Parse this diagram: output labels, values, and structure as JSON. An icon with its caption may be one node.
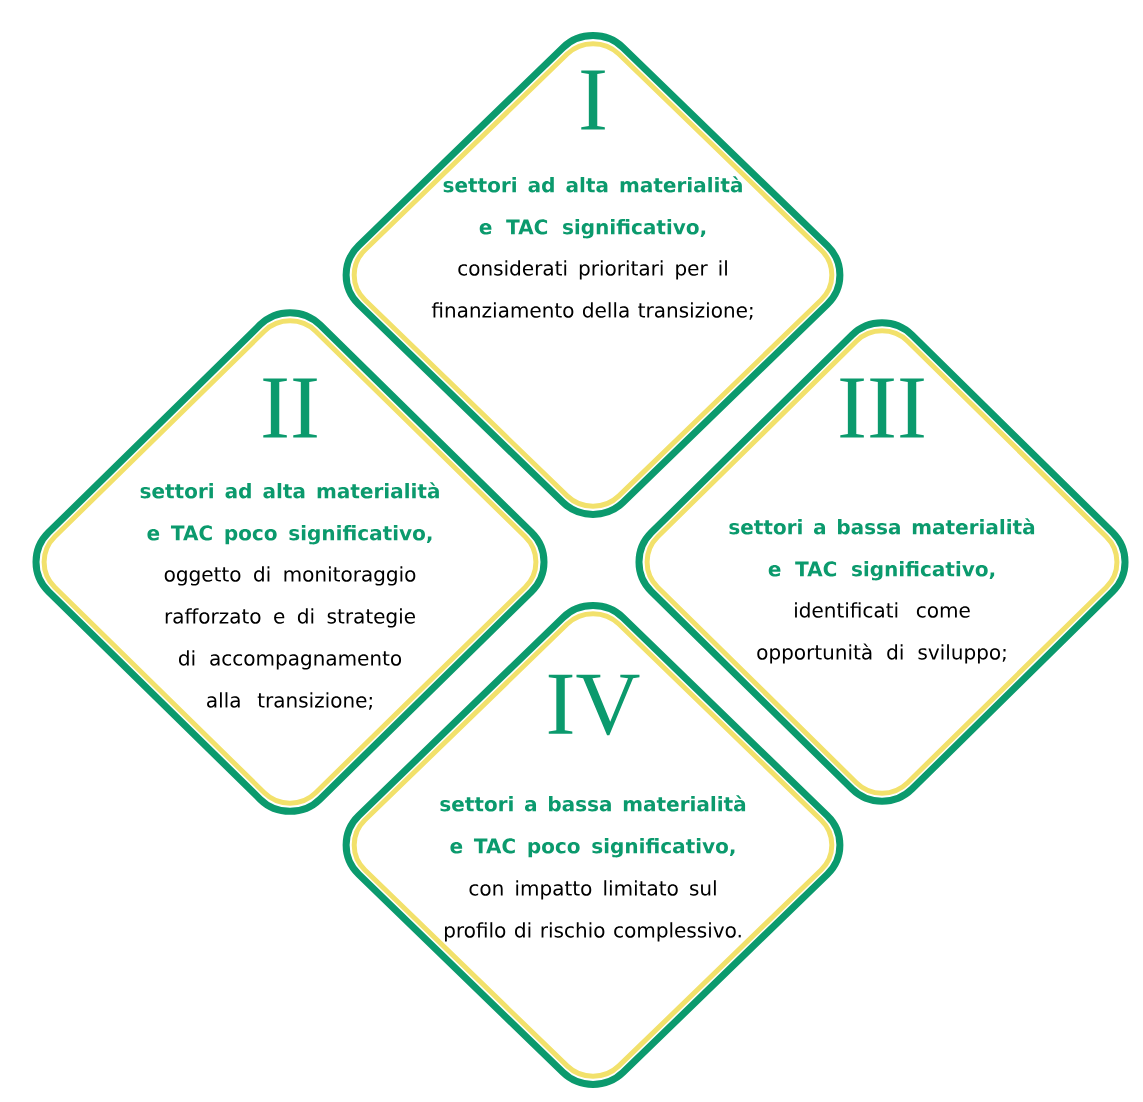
{
  "diagram": {
    "nodes": [
      {
        "text": [
          "I",
          "settori ad alta materialità e TAC significativo,",
          "considerati prioritari per il finanziamento della transizione;"
        ]
      },
      {
        "text": [
          "II",
          "settori ad alta materialità e TAC poco significativo,",
          "oggetto di monitoraggio rafforzato e di strategie di accompagnamento alla transizione;"
        ]
      },
      {
        "text": [
          "III",
          "settori a bassa materialità e TAC significativo,",
          "identificati come opportunità di sviluppo;"
        ]
      },
      {
        "text": [
          "IV",
          "settori a bassa materialità e TAC poco significativo,",
          "con impatto limitato sul profilo di rischio complessivo."
        ]
      }
    ]
  }
}
